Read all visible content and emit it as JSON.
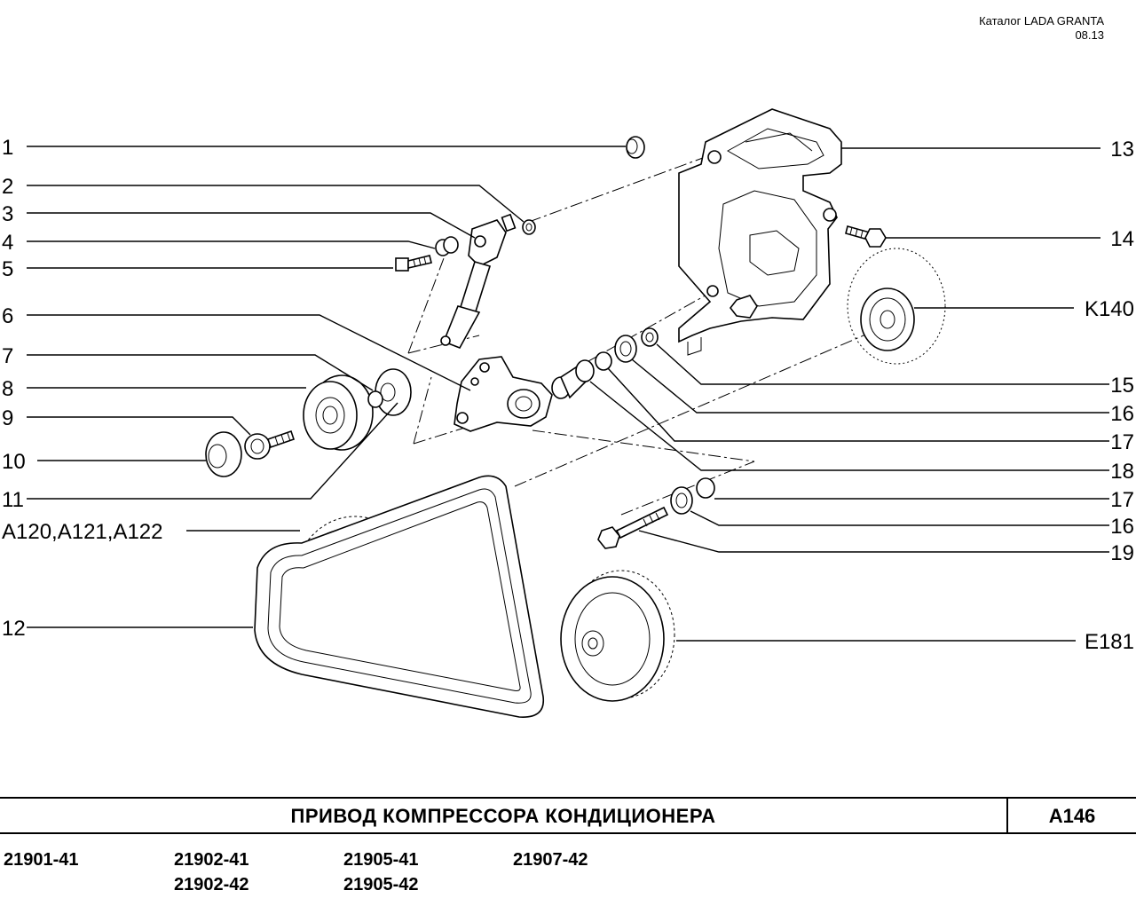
{
  "header": {
    "catalog": "Каталог  LADA  GRANTA",
    "date": "08.13"
  },
  "callouts_left": [
    "1",
    "2",
    "3",
    "4",
    "5",
    "6",
    "7",
    "8",
    "9",
    "10",
    "11",
    "A120,A121,A122",
    "12"
  ],
  "callouts_right": [
    "13",
    "14",
    "K140",
    "15",
    "16",
    "17",
    "18",
    "17",
    "16",
    "19",
    "E181"
  ],
  "title": "ПРИВОД  КОМПРЕССОРА  КОНДИЦИОНЕРА",
  "sheet_code": "A146",
  "models": [
    "21901-41",
    "21902-41",
    "21905-41",
    "21907-42",
    "21902-42",
    "21905-42"
  ]
}
